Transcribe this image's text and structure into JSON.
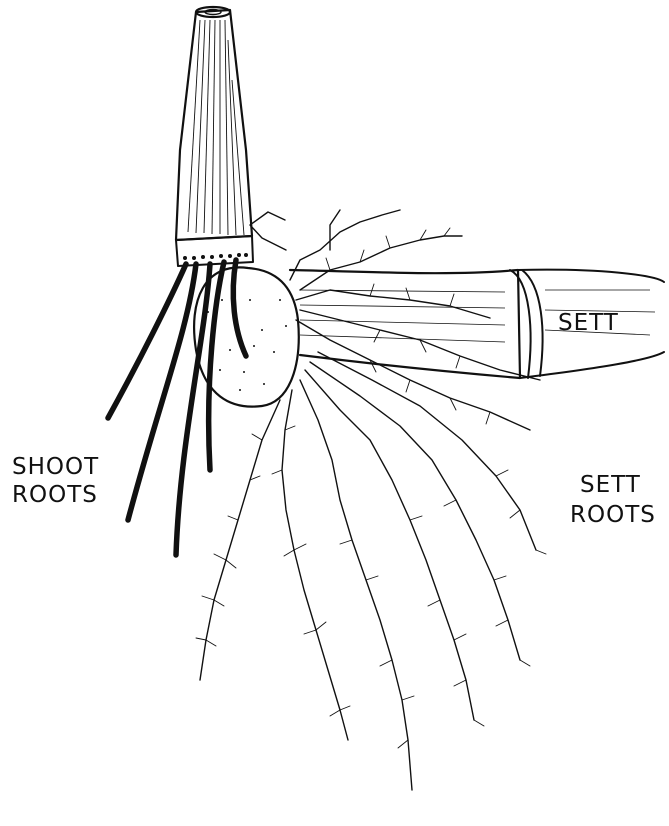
{
  "labels": {
    "sett": "SETT",
    "shoot_roots_line1": "SHOOT",
    "shoot_roots_line2": "ROOTS",
    "sett_roots_line1": "SETT",
    "sett_roots_line2": "ROOTS"
  },
  "colors": {
    "ink": "#111111",
    "background": "#ffffff"
  }
}
